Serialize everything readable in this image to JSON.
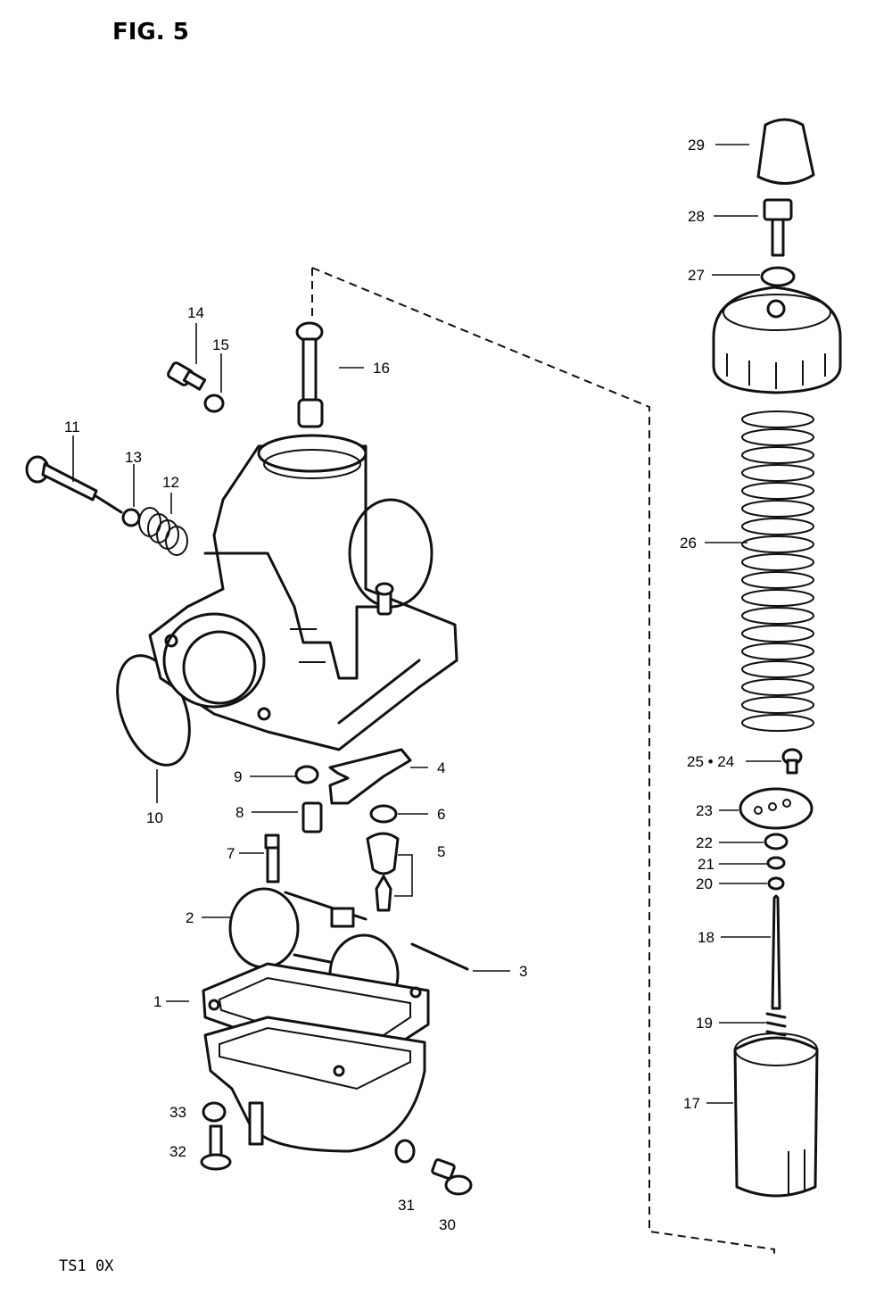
{
  "figure": {
    "title": "FIG. 5",
    "model": "TS1 0X"
  },
  "callouts": [
    {
      "id": "29",
      "label": "29"
    },
    {
      "id": "28",
      "label": "28"
    },
    {
      "id": "27",
      "label": "27"
    },
    {
      "id": "26",
      "label": "26"
    },
    {
      "id": "25-24",
      "label": "25 • 24"
    },
    {
      "id": "23",
      "label": "23"
    },
    {
      "id": "22",
      "label": "22"
    },
    {
      "id": "21",
      "label": "21"
    },
    {
      "id": "20",
      "label": "20"
    },
    {
      "id": "18",
      "label": "18"
    },
    {
      "id": "19",
      "label": "19"
    },
    {
      "id": "17",
      "label": "17"
    },
    {
      "id": "16",
      "label": "16"
    },
    {
      "id": "14",
      "label": "14"
    },
    {
      "id": "15",
      "label": "15"
    },
    {
      "id": "11",
      "label": "11"
    },
    {
      "id": "13",
      "label": "13"
    },
    {
      "id": "12",
      "label": "12"
    },
    {
      "id": "10",
      "label": "10"
    },
    {
      "id": "9",
      "label": "9"
    },
    {
      "id": "4",
      "label": "4"
    },
    {
      "id": "8",
      "label": "8"
    },
    {
      "id": "6",
      "label": "6"
    },
    {
      "id": "7",
      "label": "7"
    },
    {
      "id": "5",
      "label": "5"
    },
    {
      "id": "2",
      "label": "2"
    },
    {
      "id": "3",
      "label": "3"
    },
    {
      "id": "1",
      "label": "1"
    },
    {
      "id": "33",
      "label": "33"
    },
    {
      "id": "32",
      "label": "32"
    },
    {
      "id": "31",
      "label": "31"
    },
    {
      "id": "30",
      "label": "30"
    }
  ]
}
